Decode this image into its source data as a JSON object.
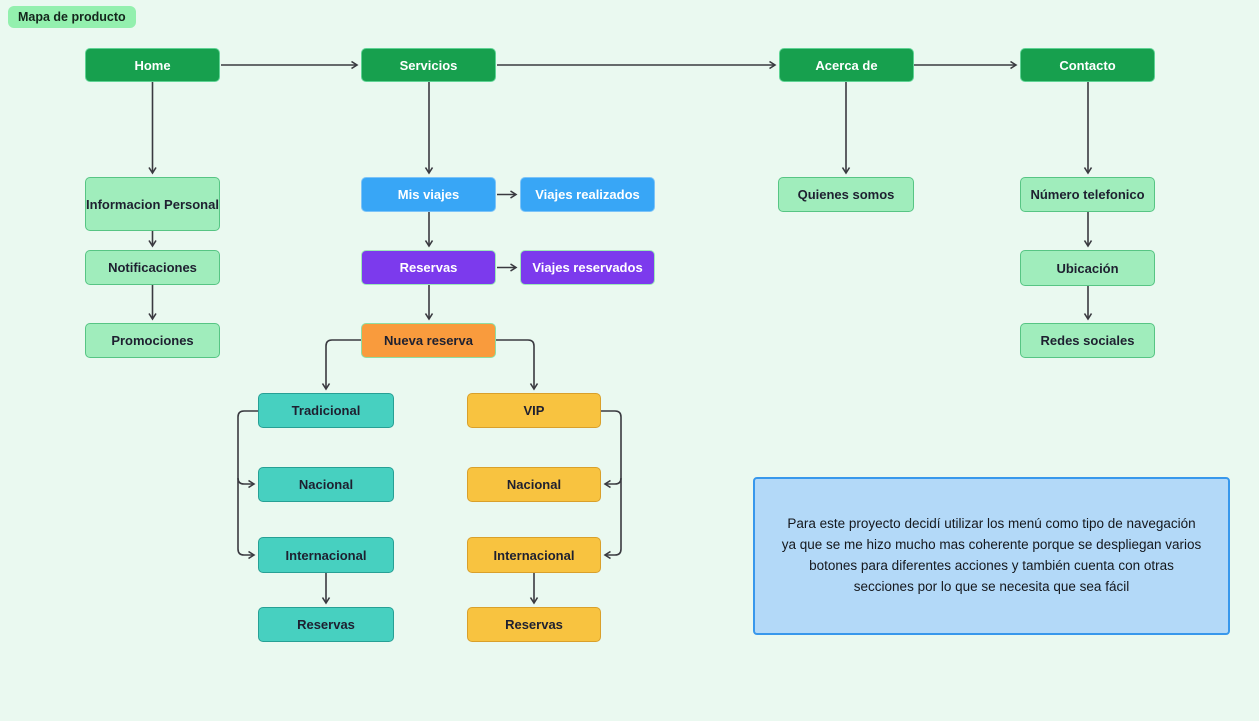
{
  "badge": {
    "label": "Mapa de producto"
  },
  "nodes": {
    "home": "Home",
    "servicios": "Servicios",
    "acerca_de": "Acerca de",
    "contacto": "Contacto",
    "informacion_personal": "Informacion Personal",
    "notificaciones": "Notificaciones",
    "promociones": "Promociones",
    "mis_viajes": "Mis viajes",
    "viajes_realizados": "Viajes realizados",
    "reservas": "Reservas",
    "viajes_reservados": "Viajes reservados",
    "nueva_reserva": "Nueva reserva",
    "tradicional": "Tradicional",
    "vip": "VIP",
    "tradicional_nacional": "Nacional",
    "vip_nacional": "Nacional",
    "tradicional_internacional": "Internacional",
    "vip_internacional": "Internacional",
    "tradicional_reservas": "Reservas",
    "vip_reservas": "Reservas",
    "quienes_somos": "Quienes somos",
    "numero_telefonico": "Número telefonico",
    "ubicacion": "Ubicación",
    "redes_sociales": "Redes sociales"
  },
  "note": {
    "text": "Para este proyecto decidí utilizar los menú como tipo de navegación ya que se me hizo mucho mas coherente porque se despliegan varios botones para diferentes acciones y también cuenta con otras secciones por lo que se necesita que sea fácil"
  },
  "colors": {
    "background": "#EAF9F0",
    "nav_green": "#17A04E",
    "light_green": "#A0EDBC",
    "blue": "#38A6F6",
    "purple": "#7C3AED",
    "orange": "#F99B3D",
    "teal": "#47D0C0",
    "yellow": "#F8C340",
    "note_fill": "#B3D9F8",
    "note_border": "#3898EC",
    "connector": "#3A3A40"
  }
}
